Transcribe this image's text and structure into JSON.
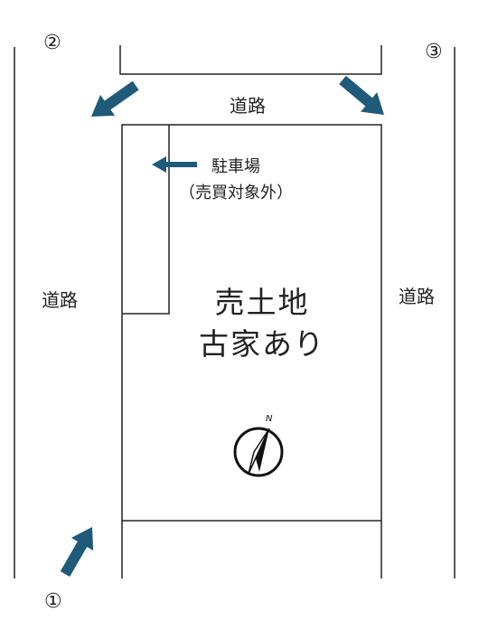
{
  "roads": {
    "top": "道路",
    "left": "道路",
    "right": "道路"
  },
  "parking": {
    "label": "駐車場",
    "note": "（売買対象外）"
  },
  "lot": {
    "line1": "売土地",
    "line2": "古家あり"
  },
  "compass": {
    "north": "N",
    "icon": "north-arrow-icon"
  },
  "viewpoints": [
    "①",
    "②",
    "③"
  ],
  "colors": {
    "arrow": "#1f5a78",
    "line": "#222222"
  }
}
